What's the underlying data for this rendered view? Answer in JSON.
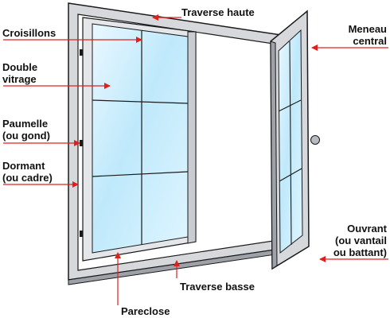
{
  "colors": {
    "arrow": "#e0201e",
    "frame": "#d6d8dc",
    "frame_dark": "#9ea2a8",
    "outline": "#1a1a1a",
    "glass": "#bfe9fb",
    "glass_light": "#eaf8ff"
  },
  "labels": {
    "traverse_haute": "Traverse haute",
    "croisillons": "Croisillons",
    "double_vitrage": {
      "line1": "Double",
      "line2": "vitrage"
    },
    "paumelle": {
      "line1": "Paumelle",
      "line2": "(ou gond)"
    },
    "dormant": {
      "line1": "Dormant",
      "line2": "(ou cadre)"
    },
    "meneau_central": {
      "line1": "Meneau",
      "line2": "central"
    },
    "ouvrant": {
      "line1": "Ouvrant",
      "line2": "(ou vantail",
      "line3": "ou battant)"
    },
    "traverse_basse": "Traverse basse",
    "pareclose": "Pareclose"
  }
}
